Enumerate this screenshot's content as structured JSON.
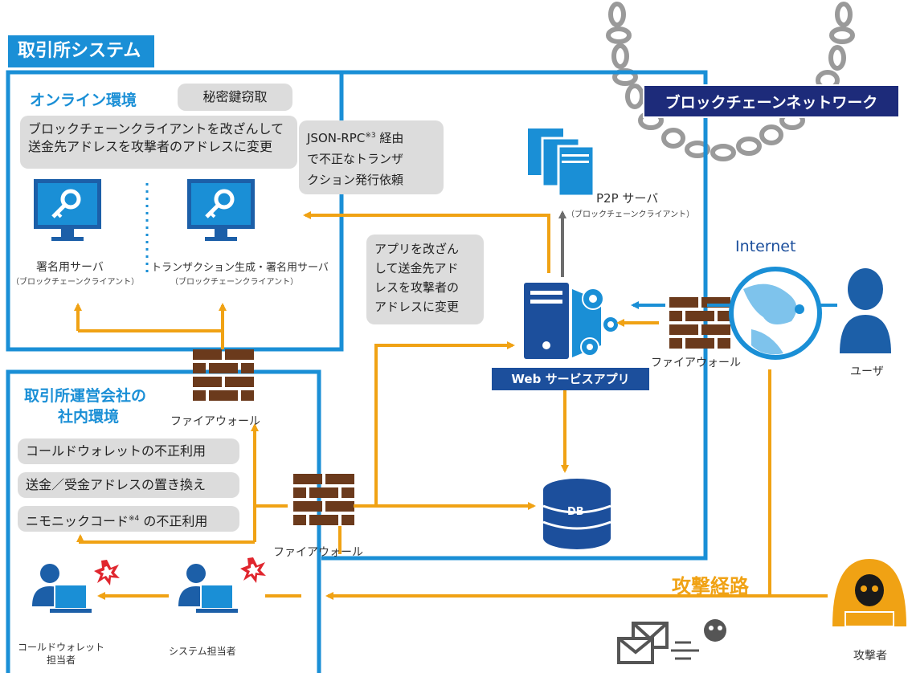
{
  "system_title": "取引所システム",
  "online_env": "オンライン環境",
  "secret_key_theft": "秘密鍵窃取",
  "client_tamper": [
    "ブロックチェーンクライアントを改ざんして",
    "送金先アドレスを攻撃者のアドレスに変更"
  ],
  "json_rpc": {
    "prefix": "JSON-RPC",
    "sup": "※3",
    "line1_suffix": "経由",
    "line2": "で不正なトランザ",
    "line3": "クション発行依頼"
  },
  "blockchain_network": "ブロックチェーンネットワーク",
  "p2p_server": "P2P サーバ",
  "p2p_server_sub": "（ブロックチェーンクライアント）",
  "signing_server": "署名用サーバ",
  "signing_server_sub": "（ブロックチェーンクライアント）",
  "tx_signing_server": "トランザクション生成・署名用サーバ",
  "tx_signing_server_sub": "（ブロックチェーンクライアント）",
  "app_tamper": [
    "アプリを改ざん",
    "して送金先アド",
    "レスを攻撃者の",
    "アドレスに変更"
  ],
  "internet": "Internet",
  "web_service_app": "Web サービスアプリ",
  "firewall": "ファイアウォール",
  "user": "ユーザ",
  "company_env": [
    "取引所運営会社の",
    "社内環境"
  ],
  "threats": {
    "cold_wallet": "コールドウォレットの不正利用",
    "address_swap": "送金／受金アドレスの置き換え",
    "mnemonic_prefix": "ニモニックコード",
    "mnemonic_sup": "※4",
    "mnemonic_suffix": " の不正利用"
  },
  "db": "DB",
  "attack_route": "攻撃経路",
  "attacker": "攻撃者",
  "cold_wallet_staff": [
    "コールドウォレット",
    "担当者"
  ],
  "system_staff": "システム担当者",
  "colors": {
    "blue": "#1a8fd6",
    "navy": "#1d2b7a",
    "dark_blue": "#1c4f9c",
    "orange": "#f0a214",
    "brick": "#6b3a1c",
    "gray": "#dcdcdc"
  }
}
